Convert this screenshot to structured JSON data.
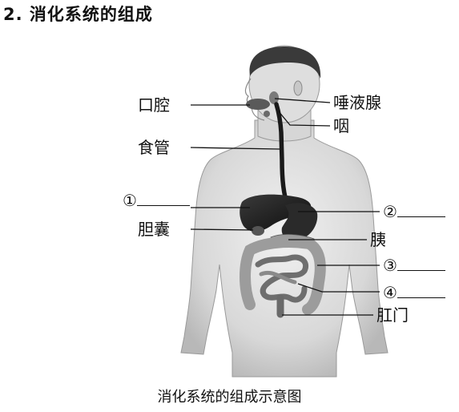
{
  "heading": "2. 消化系统的组成",
  "labels": {
    "mouth": "口腔",
    "esophagus": "食管",
    "gallbladder": "胆囊",
    "salivary_gland": "唾液腺",
    "pharynx": "咽",
    "pancreas": "胰",
    "anus": "肛门",
    "blank1_num": "①",
    "blank2_num": "②",
    "blank3_num": "③",
    "blank4_num": "④"
  },
  "caption": "消化系统的组成示意图",
  "colors": {
    "body_fill": "#dcdcdc",
    "hair": "#3a3a3a",
    "organ_dark": "#1a1a1a",
    "organ_mid": "#8a8a8a",
    "line": "#111111"
  }
}
